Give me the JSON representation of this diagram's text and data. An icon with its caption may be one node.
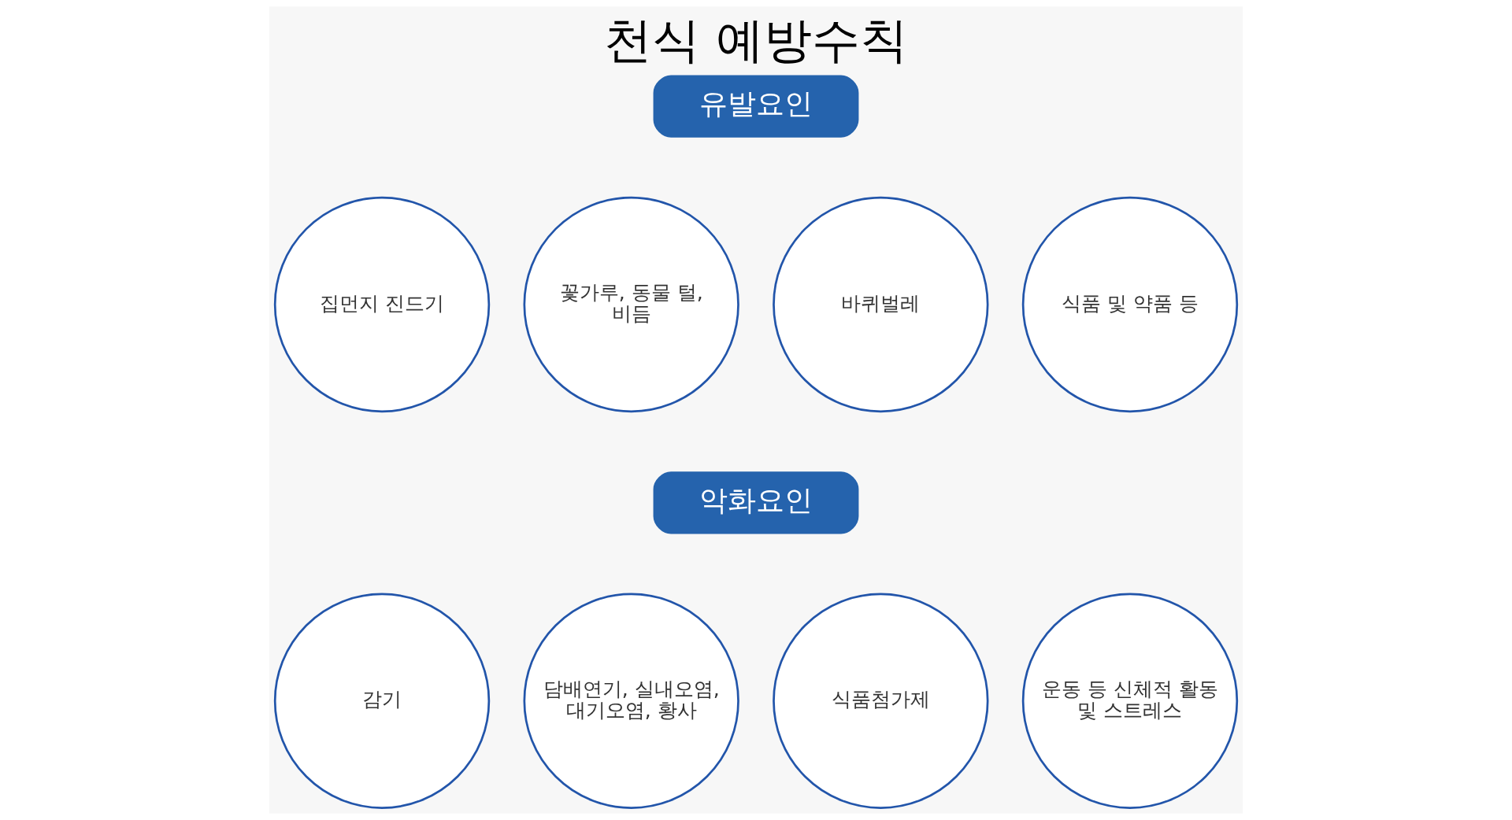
{
  "diagram": {
    "title": "천식 예방수칙",
    "nodes": [
      {
        "text": [
          "유발요인"
        ]
      },
      {
        "text": [
          "집먼지 진드기"
        ]
      },
      {
        "text": [
          "꽃가루, 동물 털, 비듬"
        ]
      },
      {
        "text": [
          "바퀴벌레"
        ]
      },
      {
        "text": [
          "식품 및 약품 등"
        ]
      },
      {
        "text": [
          "악화요인"
        ]
      },
      {
        "text": [
          "감기"
        ]
      },
      {
        "text": [
          "담배연기, 실내오염, 대기오염, 황사"
        ]
      },
      {
        "text": [
          "식품첨가제"
        ]
      },
      {
        "text": [
          "운동 등 신체적 활동 및 스트레스"
        ]
      }
    ],
    "edges": []
  }
}
